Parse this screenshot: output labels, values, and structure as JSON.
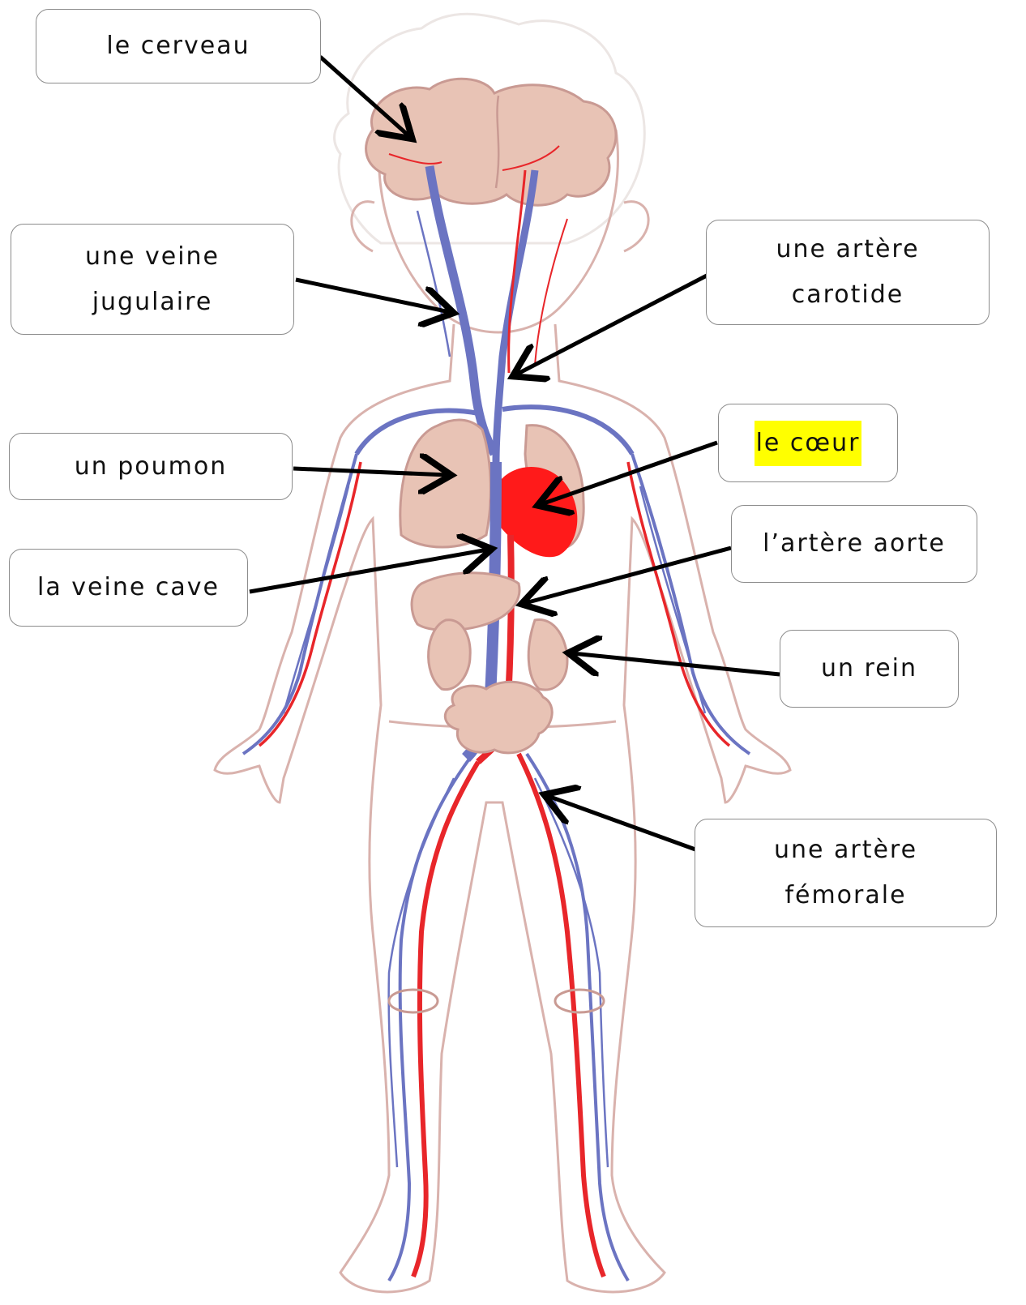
{
  "labels": {
    "brain": "le cerveau",
    "jugular_vein": "une veine\njugulaire",
    "carotid_artery": "une artère\ncarotide",
    "lung": "un poumon",
    "heart": "le cœur",
    "vena_cava": "la veine cave",
    "aorta": "l’artère aorte",
    "kidney": "un rein",
    "femoral_artery": "une artère\nfémorale"
  },
  "colors": {
    "artery": "#e8262a",
    "vein": "#6b74c2",
    "heart": "#ff1a1a",
    "organ_fill": "#e8c3b5",
    "organ_outline": "#c99a93",
    "body_outline": "#d9b2ad",
    "hair_outline": "#e8e0de",
    "arrow": "#000000",
    "highlight": "#ffff00"
  },
  "highlighted_label": "heart"
}
